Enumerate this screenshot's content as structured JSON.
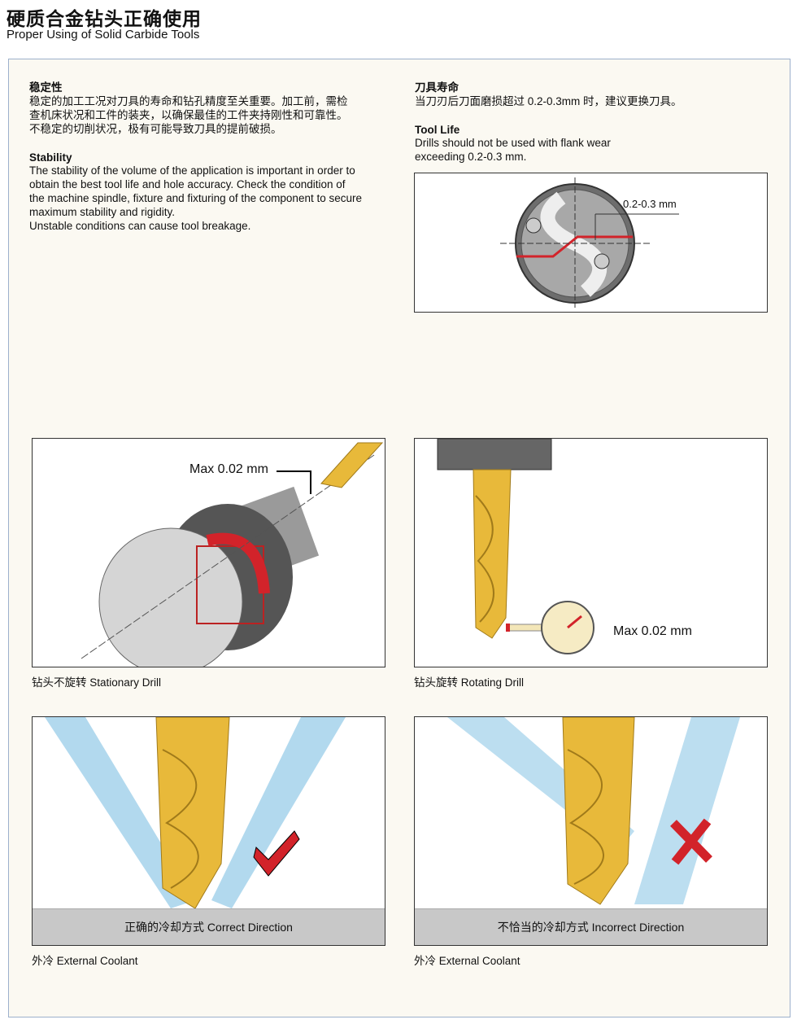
{
  "header": {
    "title": "硬质合金钻头正确使用",
    "subtitle": "Proper Using of Solid Carbide Tools"
  },
  "stability": {
    "cn_title": "稳定性",
    "cn_lines": [
      "稳定的加工工况对刀具的寿命和钻孔精度至关重要。加工前，需检",
      "查机床状况和工件的装夹，以确保最佳的工件夹持刚性和可靠性。",
      "不稳定的切削状况，极有可能导致刀具的提前破损。"
    ],
    "en_title": "Stability",
    "en_lines": [
      "The stability of the volume of the application is important in order to",
      "obtain the best tool life and hole accuracy. Check the condition of",
      "the machine spindle, fixture and fixturing of the component to secure",
      "maximum stability and rigidity.",
      "Unstable conditions can cause tool breakage."
    ]
  },
  "tool_life": {
    "cn_title": "刀具寿命",
    "cn_text": "当刀刃后刀面磨损超过 0.2-0.3mm 时，建议更换刀具。",
    "en_title": "Tool Life",
    "en_lines": [
      "Drills should not be used with flank wear",
      "exceeding 0.2-0.3 mm."
    ],
    "wear_label": "0.2-0.3 mm"
  },
  "figures": {
    "stationary": {
      "label": "Max 0.02 mm",
      "caption": "钻头不旋转 Stationary Drill"
    },
    "rotating": {
      "label": "Max 0.02 mm",
      "caption": "钻头旋转 Rotating Drill"
    },
    "correct": {
      "strip": "正确的冷却方式 Correct Direction",
      "caption": "外冷 External Coolant"
    },
    "incorrect": {
      "strip": "不恰当的冷却方式 Incorrect Direction",
      "caption": "外冷 External Coolant"
    }
  },
  "colors": {
    "accent_red": "#d2232a",
    "drill_gold": "#e8b93a",
    "border": "#9cb0cc"
  }
}
